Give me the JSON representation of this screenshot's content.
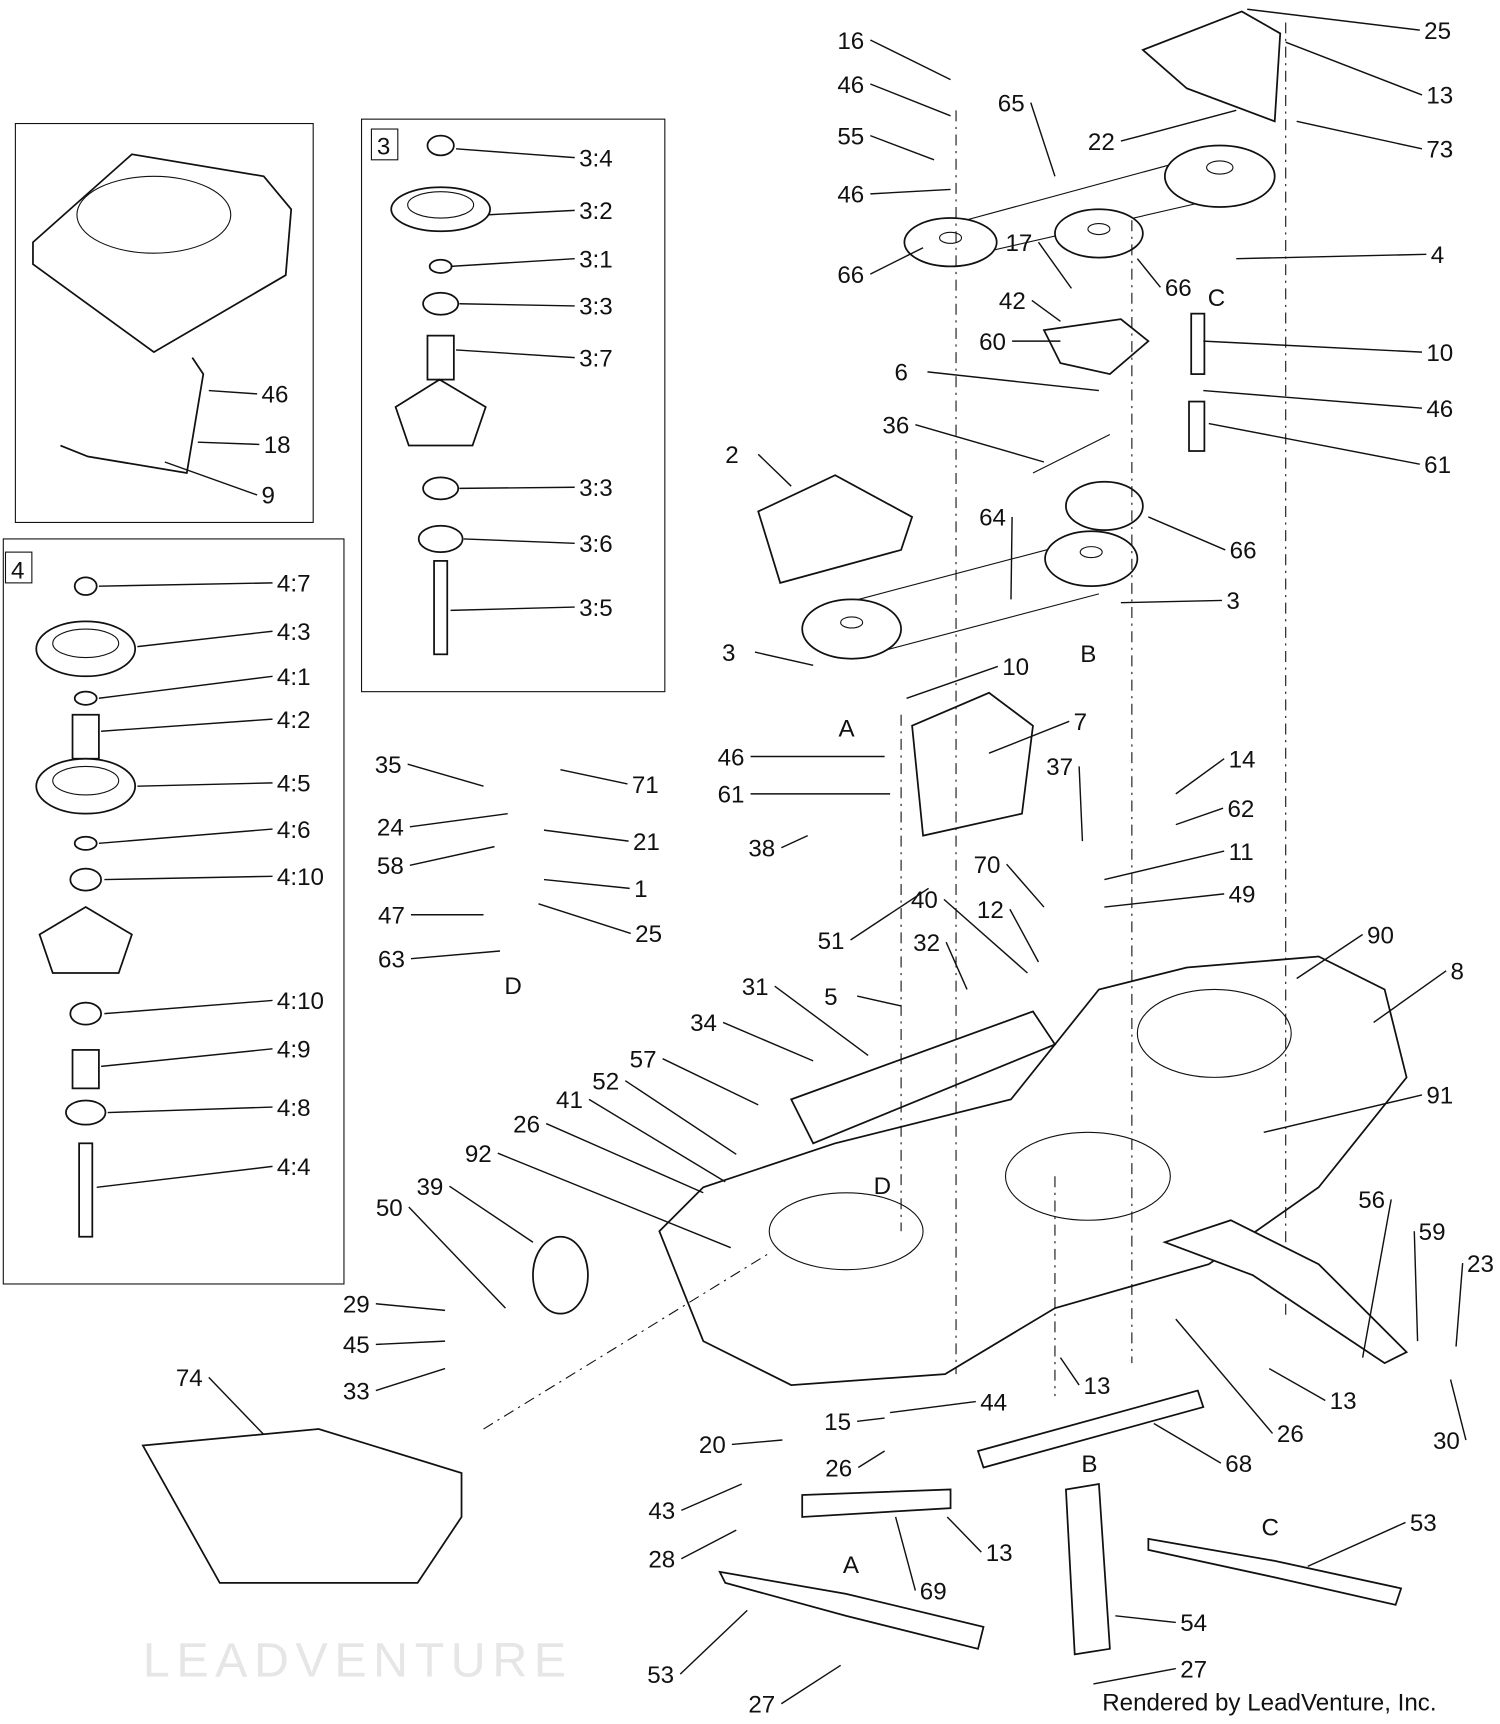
{
  "callouts": [
    "46",
    "18",
    "9",
    "3",
    "3:4",
    "3:2",
    "3:1",
    "3:3",
    "3:7",
    "3:3",
    "3:6",
    "3:5",
    "4",
    "4:7",
    "4:3",
    "4:1",
    "4:2",
    "4:5",
    "4:6",
    "4:10",
    "4:10",
    "4:9",
    "4:8",
    "4:4",
    "16",
    "46",
    "55",
    "46",
    "66",
    "65",
    "22",
    "25",
    "13",
    "73",
    "4",
    "17",
    "66",
    "C",
    "42",
    "60",
    "10",
    "6",
    "46",
    "36",
    "61",
    "2",
    "64",
    "66",
    "3",
    "3",
    "B",
    "10",
    "A",
    "7",
    "46",
    "61",
    "35",
    "71",
    "24",
    "21",
    "58",
    "1",
    "47",
    "25",
    "63",
    "D",
    "37",
    "14",
    "62",
    "38",
    "11",
    "70",
    "49",
    "51",
    "40",
    "12",
    "32",
    "90",
    "8",
    "31",
    "5",
    "34",
    "57",
    "52",
    "41",
    "91",
    "26",
    "92",
    "39",
    "50",
    "D",
    "56",
    "59",
    "23",
    "29",
    "45",
    "33",
    "74",
    "13",
    "26",
    "13",
    "30",
    "44",
    "15",
    "20",
    "26",
    "68",
    "43",
    "28",
    "13",
    "B",
    "C",
    "53",
    "A",
    "69",
    "54",
    "53",
    "27",
    "27"
  ],
  "credit": "Rendered by LeadVenture, Inc.",
  "watermark": "LEADVENTURE"
}
